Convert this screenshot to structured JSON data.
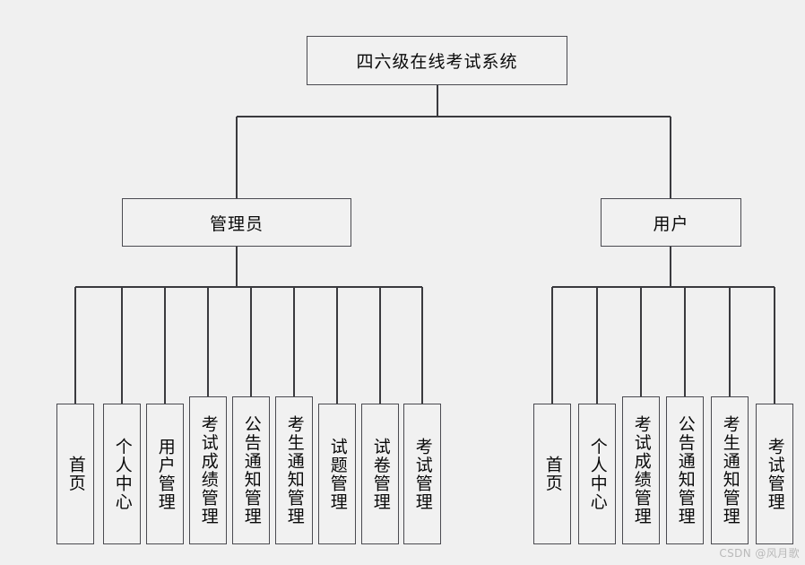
{
  "diagram": {
    "type": "organization-chart",
    "root": {
      "label": "四六级在线考试系统"
    },
    "branches": [
      {
        "id": "admin",
        "label": "管理员",
        "leaves": [
          {
            "label": "首页"
          },
          {
            "label": "个人中心"
          },
          {
            "label": "用户管理"
          },
          {
            "label": "考试成绩管理"
          },
          {
            "label": "公告通知管理"
          },
          {
            "label": "考生通知管理"
          },
          {
            "label": "试题管理"
          },
          {
            "label": "试卷管理"
          },
          {
            "label": "考试管理"
          }
        ]
      },
      {
        "id": "user",
        "label": "用户",
        "leaves": [
          {
            "label": "首页"
          },
          {
            "label": "个人中心"
          },
          {
            "label": "考试成绩管理"
          },
          {
            "label": "公告通知管理"
          },
          {
            "label": "考生通知管理"
          },
          {
            "label": "考试管理"
          }
        ]
      }
    ]
  },
  "watermark": {
    "text": "CSDN @风月歌"
  },
  "colors": {
    "background": "#f0f0f0",
    "box_fill": "#f1f1f1",
    "box_border": "#4a4a50",
    "line": "#3a3a3e",
    "text": "#0a0a0a",
    "watermark": "#b9b9b9"
  }
}
